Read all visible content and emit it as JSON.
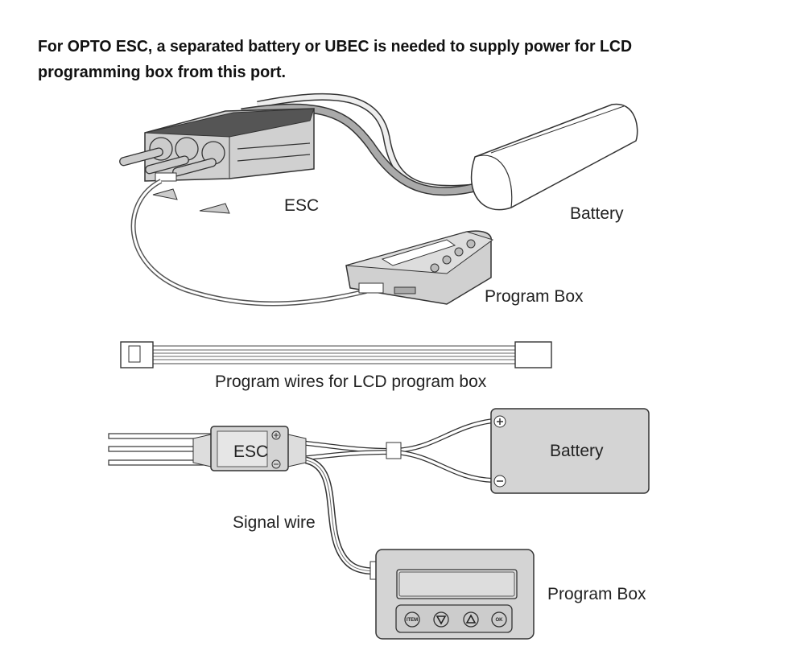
{
  "header": {
    "line1": "For OPTO ESC, a separated battery or UBEC is needed to supply power for LCD",
    "line2": "programming box from this port."
  },
  "top_diagram": {
    "esc_label": "ESC",
    "battery_label": "Battery",
    "program_box_label": "Program Box"
  },
  "wire_diagram": {
    "label": "Program wires for LCD program box"
  },
  "bottom_diagram": {
    "esc_label": "ESC",
    "battery_label": "Battery",
    "signal_wire_label": "Signal wire",
    "program_box_label": "Program Box",
    "plus_symbol": "+",
    "minus_symbol": "−",
    "buttons": [
      "ITEM",
      "▽",
      "△",
      "OK"
    ]
  },
  "colors": {
    "device_gray": "#d4d4d4",
    "outline": "#333333",
    "cable_gray": "#a8a8a8"
  }
}
